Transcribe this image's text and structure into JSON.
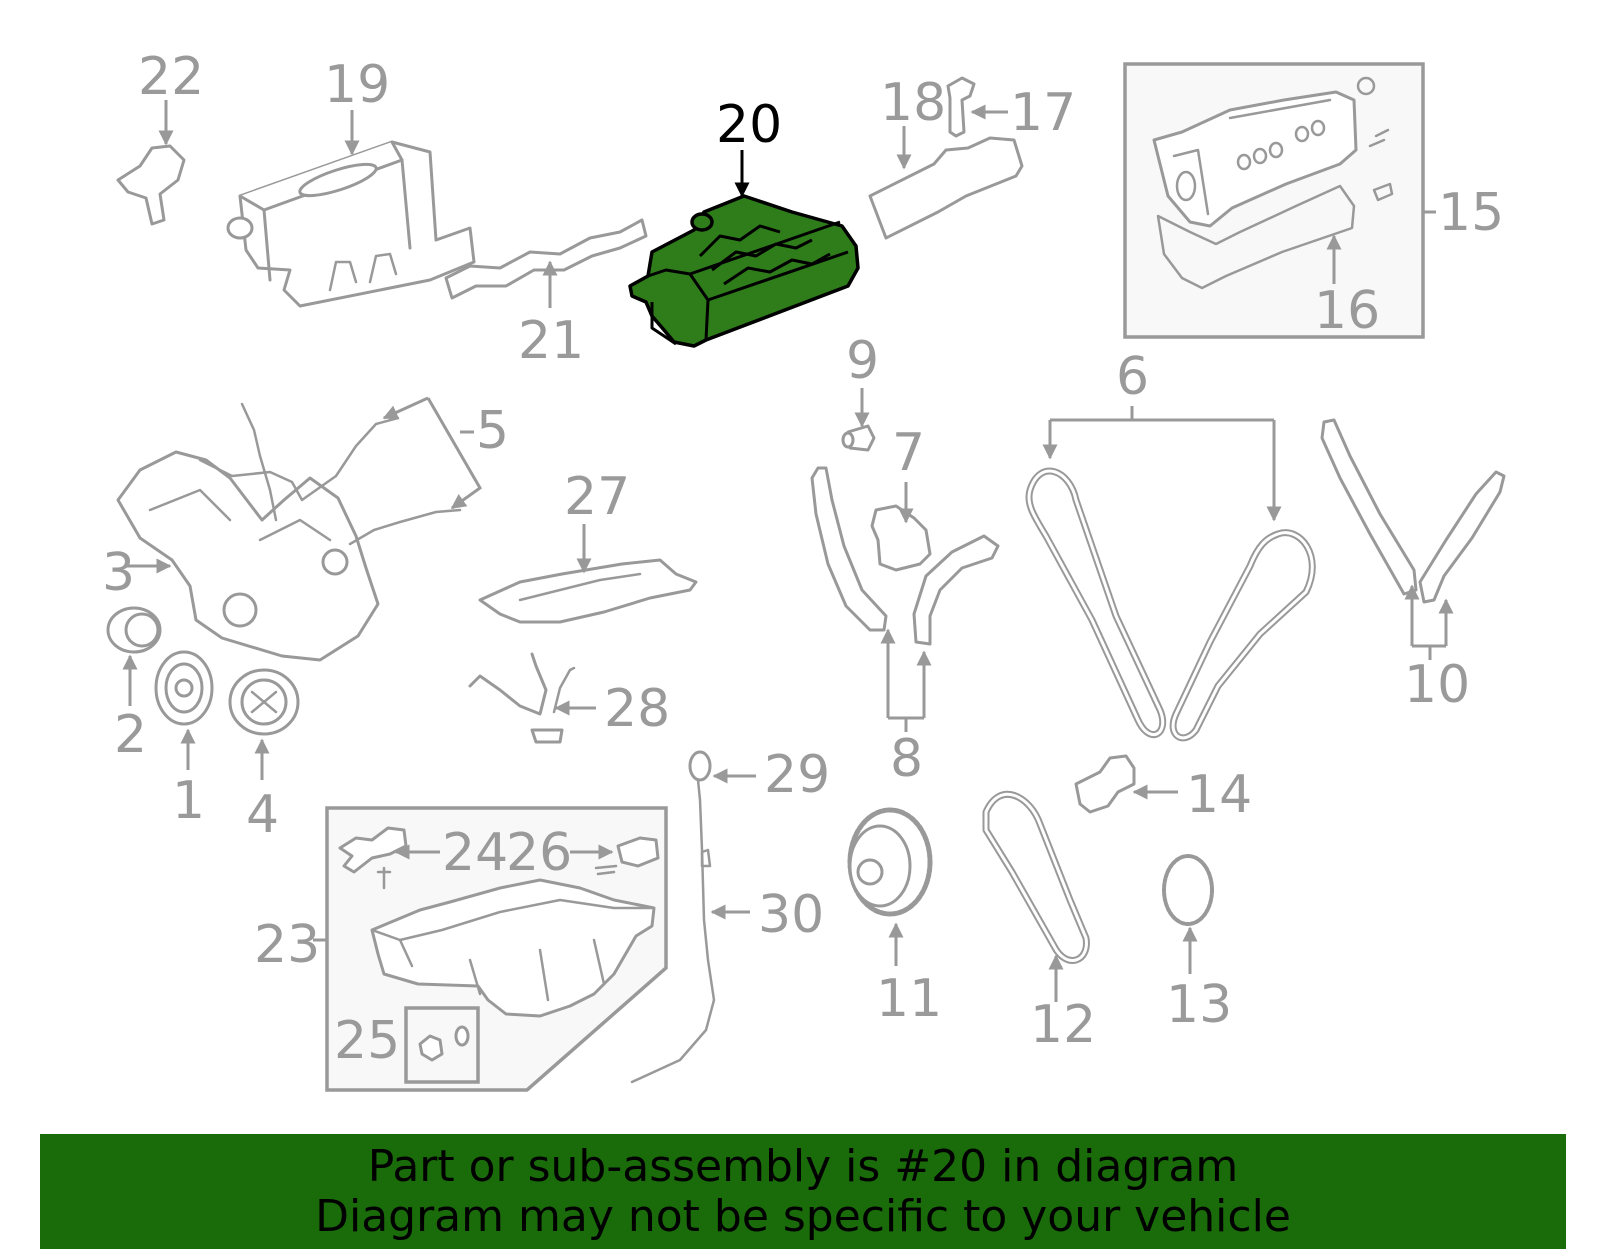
{
  "highlight_part": "20",
  "colors": {
    "highlight_fill": "#2e7d1a",
    "banner_background": "#1a6b0a",
    "parts_line": "#999999"
  },
  "callouts": [
    {
      "id": "1",
      "label": "1"
    },
    {
      "id": "2",
      "label": "2"
    },
    {
      "id": "3",
      "label": "3"
    },
    {
      "id": "4",
      "label": "4"
    },
    {
      "id": "5",
      "label": "5"
    },
    {
      "id": "6",
      "label": "6"
    },
    {
      "id": "7",
      "label": "7"
    },
    {
      "id": "8",
      "label": "8"
    },
    {
      "id": "9",
      "label": "9"
    },
    {
      "id": "10",
      "label": "10"
    },
    {
      "id": "11",
      "label": "11"
    },
    {
      "id": "12",
      "label": "12"
    },
    {
      "id": "13",
      "label": "13"
    },
    {
      "id": "14",
      "label": "14"
    },
    {
      "id": "15",
      "label": "15"
    },
    {
      "id": "16",
      "label": "16"
    },
    {
      "id": "17",
      "label": "17"
    },
    {
      "id": "18",
      "label": "18"
    },
    {
      "id": "19",
      "label": "19"
    },
    {
      "id": "20",
      "label": "20"
    },
    {
      "id": "21",
      "label": "21"
    },
    {
      "id": "22",
      "label": "22"
    },
    {
      "id": "23",
      "label": "23"
    },
    {
      "id": "24",
      "label": "24"
    },
    {
      "id": "25",
      "label": "25"
    },
    {
      "id": "26",
      "label": "26"
    },
    {
      "id": "27",
      "label": "27"
    },
    {
      "id": "28",
      "label": "28"
    },
    {
      "id": "29",
      "label": "29"
    },
    {
      "id": "30",
      "label": "30"
    }
  ],
  "banner": {
    "line1": "Part or sub-assembly is #20 in diagram",
    "line2": "Diagram may not be specific to your vehicle"
  }
}
